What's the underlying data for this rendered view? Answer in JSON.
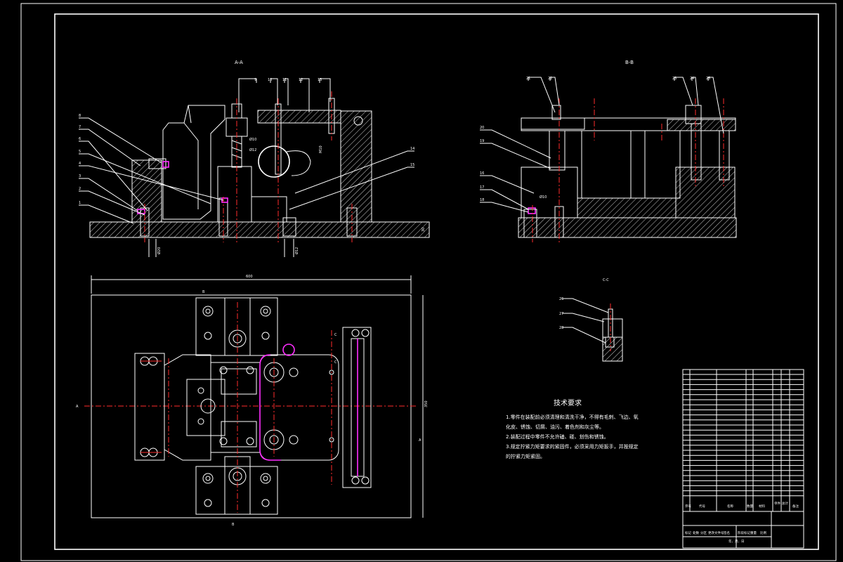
{
  "views": {
    "section_aa": "A-A",
    "section_bb": "B-B",
    "view_c": "C-C",
    "markers": {
      "A": "A",
      "B": "B",
      "C": "C"
    }
  },
  "dimensions": {
    "overall_width": "600",
    "overall_height": "350",
    "base_height": "30",
    "bore_left": "Ø20",
    "bore_right": "Ø12",
    "dim_b1": "Ø10",
    "dim_b2": "Ø12",
    "dim_c": "M10",
    "dim_bb": "Ø10"
  },
  "balloons_aa": [
    "8",
    "7",
    "6",
    "5",
    "4",
    "3",
    "2",
    "1",
    "9",
    "10",
    "11",
    "12",
    "13",
    "14",
    "15"
  ],
  "balloons_bb": [
    "21",
    "22",
    "23",
    "24",
    "25",
    "20",
    "19",
    "16",
    "17",
    "18"
  ],
  "balloons_c": [
    "26",
    "27",
    "28"
  ],
  "tech_requirements": {
    "title": "技术要求",
    "lines": [
      "1.零件在装配前必须清理和清洗干净，不得有毛刺、飞边、氧",
      "化皮、锈蚀、切屑、油污、着色剂和灰尘等。",
      "2.装配过程中零件不允许磕、碰、划伤和锈蚀。",
      "3.规定拧紧力矩要求的紧固件，必须采用力矩扳手，并按规定",
      "的拧紧力矩紧固。"
    ]
  },
  "title_block": {
    "header": [
      "序号",
      "代号",
      "名称",
      "数量",
      "材料",
      "单件",
      "总计",
      "备注"
    ],
    "footer": [
      "标记",
      "处数",
      "分区",
      "更改文件号",
      "签名",
      "年、月、日",
      "阶段标记",
      "重量",
      "比例"
    ]
  },
  "colors": {
    "line": "#ffffff",
    "center": "#ff2d2d",
    "highlight": "#ff2dff",
    "background": "#000000"
  }
}
